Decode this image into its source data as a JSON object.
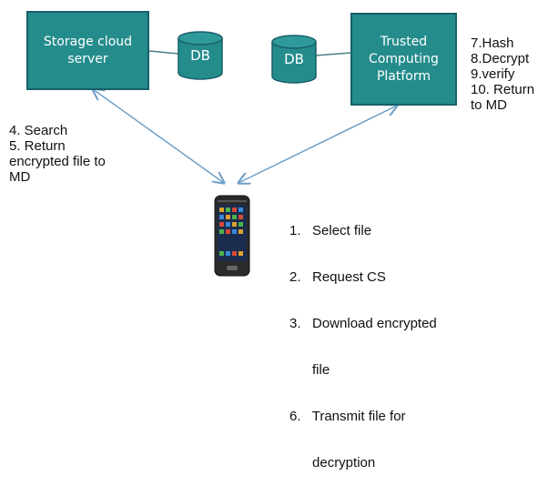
{
  "nodes": {
    "storage_server": "Storage cloud server",
    "db_left": "DB",
    "db_right": "DB",
    "tcp": "Trusted Computing Platform"
  },
  "storage_lines": [
    "Storage cloud",
    "server"
  ],
  "tcp_lines": [
    "Trusted",
    "Computing",
    "Platform"
  ],
  "steps_left": [
    "4. Search",
    "5. Return",
    "encrypted file to",
    "MD"
  ],
  "steps_right": [
    "7.Hash",
    "8.Decrypt",
    "9.verify",
    "10. Return",
    "to MD"
  ],
  "steps_bottom": [
    "1.   Select file",
    "2.   Request CS",
    "3.   Download encrypted",
    "      file",
    "6.   Transmit file for",
    "      decryption"
  ],
  "colors": {
    "box_fill": "#258c8c",
    "box_border": "#17606a",
    "arrow": "#6f9fc6"
  },
  "icons": {
    "device": "smartphone-icon",
    "database": "database-cylinder-icon"
  }
}
